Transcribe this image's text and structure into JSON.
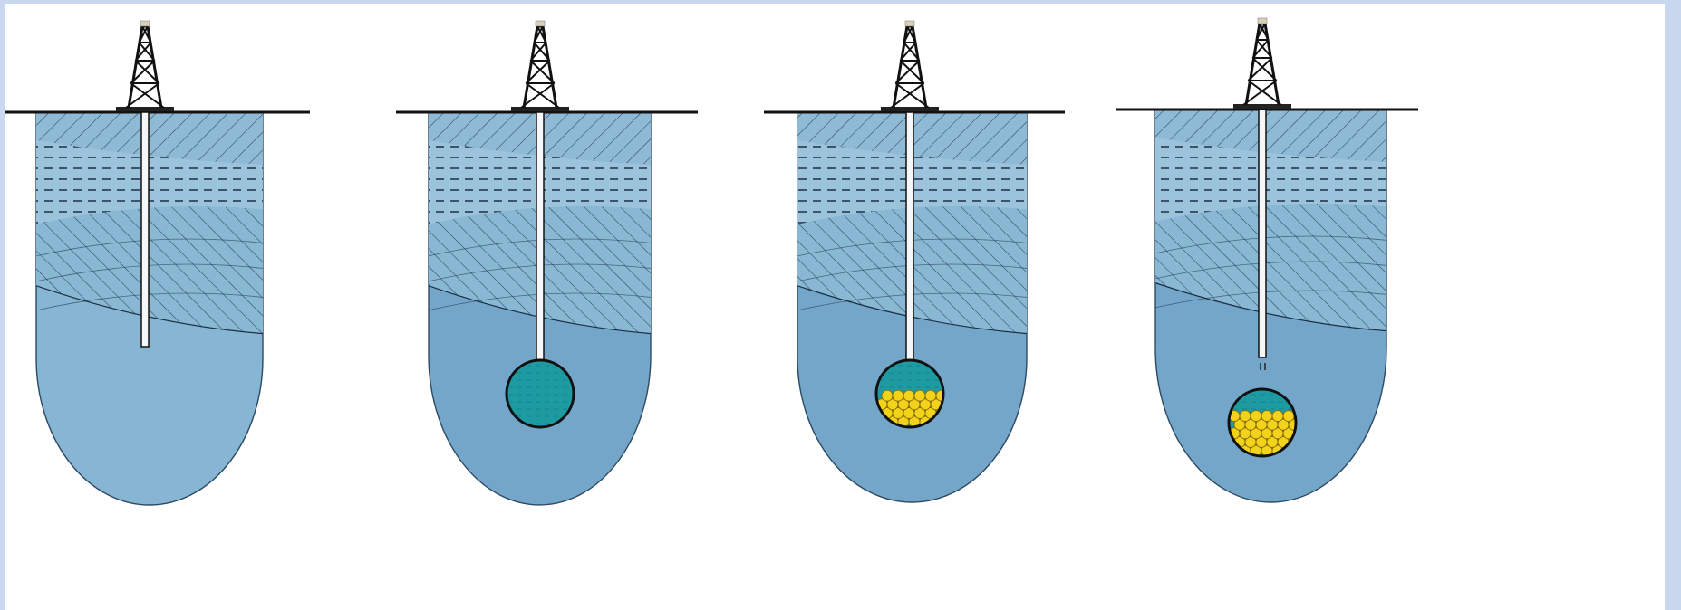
{
  "colors": {
    "frame": "#c9d7ef",
    "paper": "#ffffff",
    "rock_light": "#8fbad6",
    "rock_mid": "#7fb0cf",
    "rock_deep": "#6e9fc4",
    "hatch": "#1b2f44",
    "cavity": "#1e9aa3",
    "nodule_fill": "#f2d31a",
    "nodule_stroke": "#8a6a05",
    "ground_line": "#111111"
  },
  "panels": [
    {
      "stage": 1,
      "cavity": false,
      "fill_level": 0,
      "pipe_connected": true
    },
    {
      "stage": 2,
      "cavity": true,
      "fill_level": 0,
      "pipe_connected": true
    },
    {
      "stage": 3,
      "cavity": true,
      "fill_level": 0.55,
      "pipe_connected": true
    },
    {
      "stage": 4,
      "cavity": true,
      "fill_level": 0.7,
      "pipe_connected": false
    }
  ]
}
